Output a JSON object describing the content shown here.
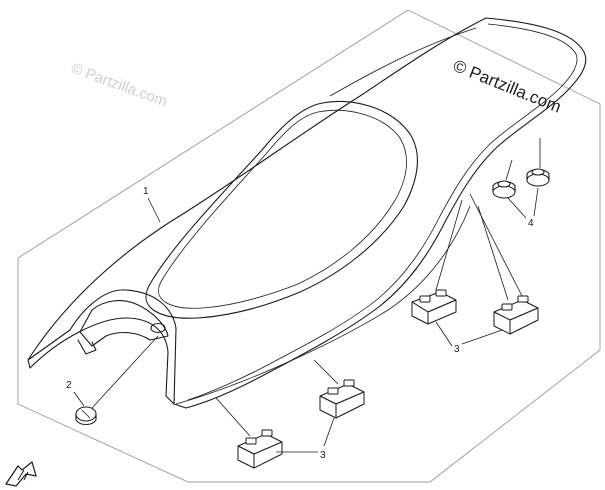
{
  "watermarks": {
    "primary": "© Partzilla.com",
    "faint": "© Partzilla.com"
  },
  "callouts": {
    "seat": "1",
    "plug": "2",
    "rubber_block": "3",
    "damper": "4"
  },
  "logo_icon": "front-arrow-icon",
  "colors": {
    "line": "#1a1a1a",
    "border": "#9a9a9a",
    "watermark_faint": "#cfcfcf"
  }
}
